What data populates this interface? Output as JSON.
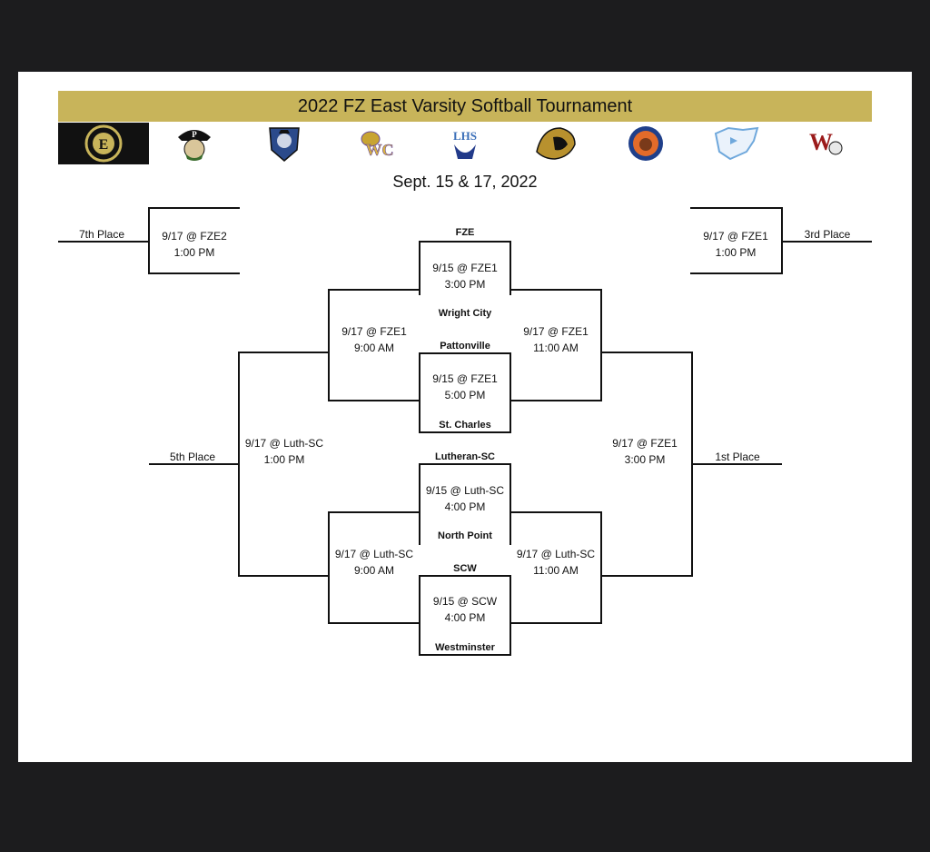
{
  "title": "2022 FZ East Varsity Softball Tournament",
  "dates": "Sept. 15 & 17, 2022",
  "logos": {
    "fze": {
      "icon": "fort-zumwalt-east-lions-logo",
      "letter": "E"
    },
    "pattonville": {
      "icon": "pirate-logo",
      "letter": "P"
    },
    "st_charles": {
      "icon": "pirate-shield-logo",
      "letter": ""
    },
    "wright_city": {
      "icon": "wildcat-wc-logo",
      "letter": "WC"
    },
    "lhs": {
      "icon": "lhs-logo",
      "letter": "LHS"
    },
    "lion": {
      "icon": "lion-head-logo",
      "letter": ""
    },
    "north_point": {
      "icon": "north-point-grizzlies-logo",
      "letter": ""
    },
    "westminster": {
      "icon": "wildcat-logo",
      "letter": ""
    },
    "scw": {
      "icon": "w-warrior-logo",
      "letter": "W"
    }
  },
  "colors": {
    "banner": "#c8b45a",
    "page_bg": "#1c1c1e"
  },
  "bracket": {
    "qf1": {
      "top": "FZE",
      "date": "9/15 @ FZE1",
      "time": "3:00 PM",
      "bottom": "Wright City"
    },
    "qf2": {
      "top": "Pattonville",
      "date": "9/15 @ FZE1",
      "time": "5:00 PM",
      "bottom": "St. Charles"
    },
    "qf3": {
      "top": "Lutheran-SC",
      "date": "9/15 @ Luth-SC",
      "time": "4:00 PM",
      "bottom": "North Point"
    },
    "qf4": {
      "top": "SCW",
      "date": "9/15 @ SCW",
      "time": "4:00 PM",
      "bottom": "Westminster"
    },
    "cons1": {
      "date": "9/17 @ FZE1",
      "time": "9:00 AM"
    },
    "cons2": {
      "date": "9/17 @ Luth-SC",
      "time": "9:00 AM"
    },
    "semi1": {
      "date": "9/17 @ FZE1",
      "time": "11:00 AM"
    },
    "semi2": {
      "date": "9/17 @ Luth-SC",
      "time": "11:00 AM"
    },
    "fifth": {
      "date": "9/17 @ Luth-SC",
      "time": "1:00 PM",
      "label": "5th Place"
    },
    "first": {
      "date": "9/17 @ FZE1",
      "time": "3:00 PM",
      "label": "1st Place"
    },
    "seventh": {
      "date": "9/17 @ FZE2",
      "time": "1:00 PM",
      "label": "7th Place"
    },
    "third": {
      "date": "9/17 @ FZE1",
      "time": "1:00 PM",
      "label": "3rd Place"
    }
  }
}
